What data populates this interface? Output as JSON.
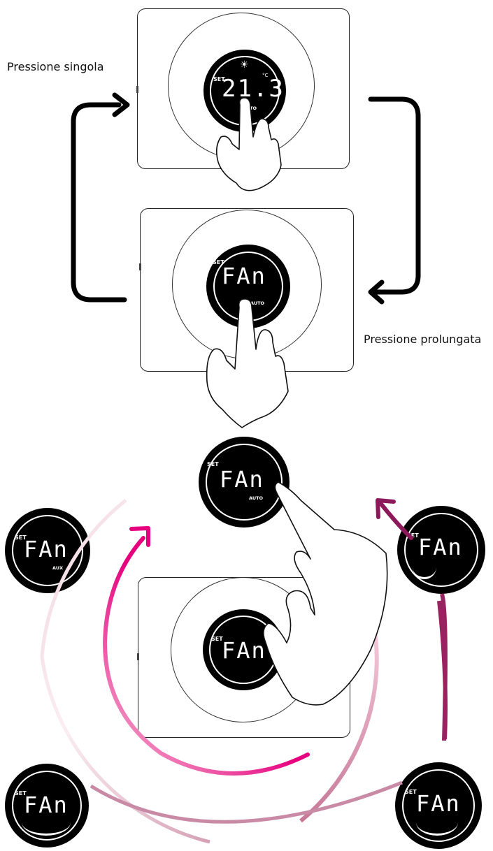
{
  "captions": {
    "single_press": "Pressione singola",
    "long_press": "Pressione prolungata"
  },
  "display_1": {
    "set": "SET",
    "value": "21.3",
    "unit": "°C",
    "mode": "AUTO",
    "icon": "sun-icon"
  },
  "display_2": {
    "set": "SET",
    "value": "FAn",
    "mode": "AUTO"
  },
  "cycle_top": {
    "set": "SET",
    "value": "FAn",
    "mode": "AUTO"
  },
  "cycle_left_top": {
    "set": "SET",
    "value": "FAn",
    "mode": "AUX"
  },
  "cycle_right_top": {
    "set": "SET",
    "value": "FAn",
    "mode": "",
    "fan_level": "low"
  },
  "cycle_left_bottom": {
    "set": "SET",
    "value": "FAn",
    "mode": "",
    "fan_level": "high"
  },
  "cycle_right_bottom": {
    "set": "SET",
    "value": "FAn",
    "mode": "",
    "fan_level": "medium"
  },
  "display_3": {
    "set": "SET",
    "value": "FAn",
    "mode": ""
  },
  "colors": {
    "arrow_black": "#000000",
    "arrow_magenta": "#e6007e",
    "arrow_plum": "#8c1a5a",
    "ring_fade": "#e8b8c8"
  },
  "icons": [
    "sun-icon",
    "hand-icon",
    "curved-arrow-icon"
  ]
}
